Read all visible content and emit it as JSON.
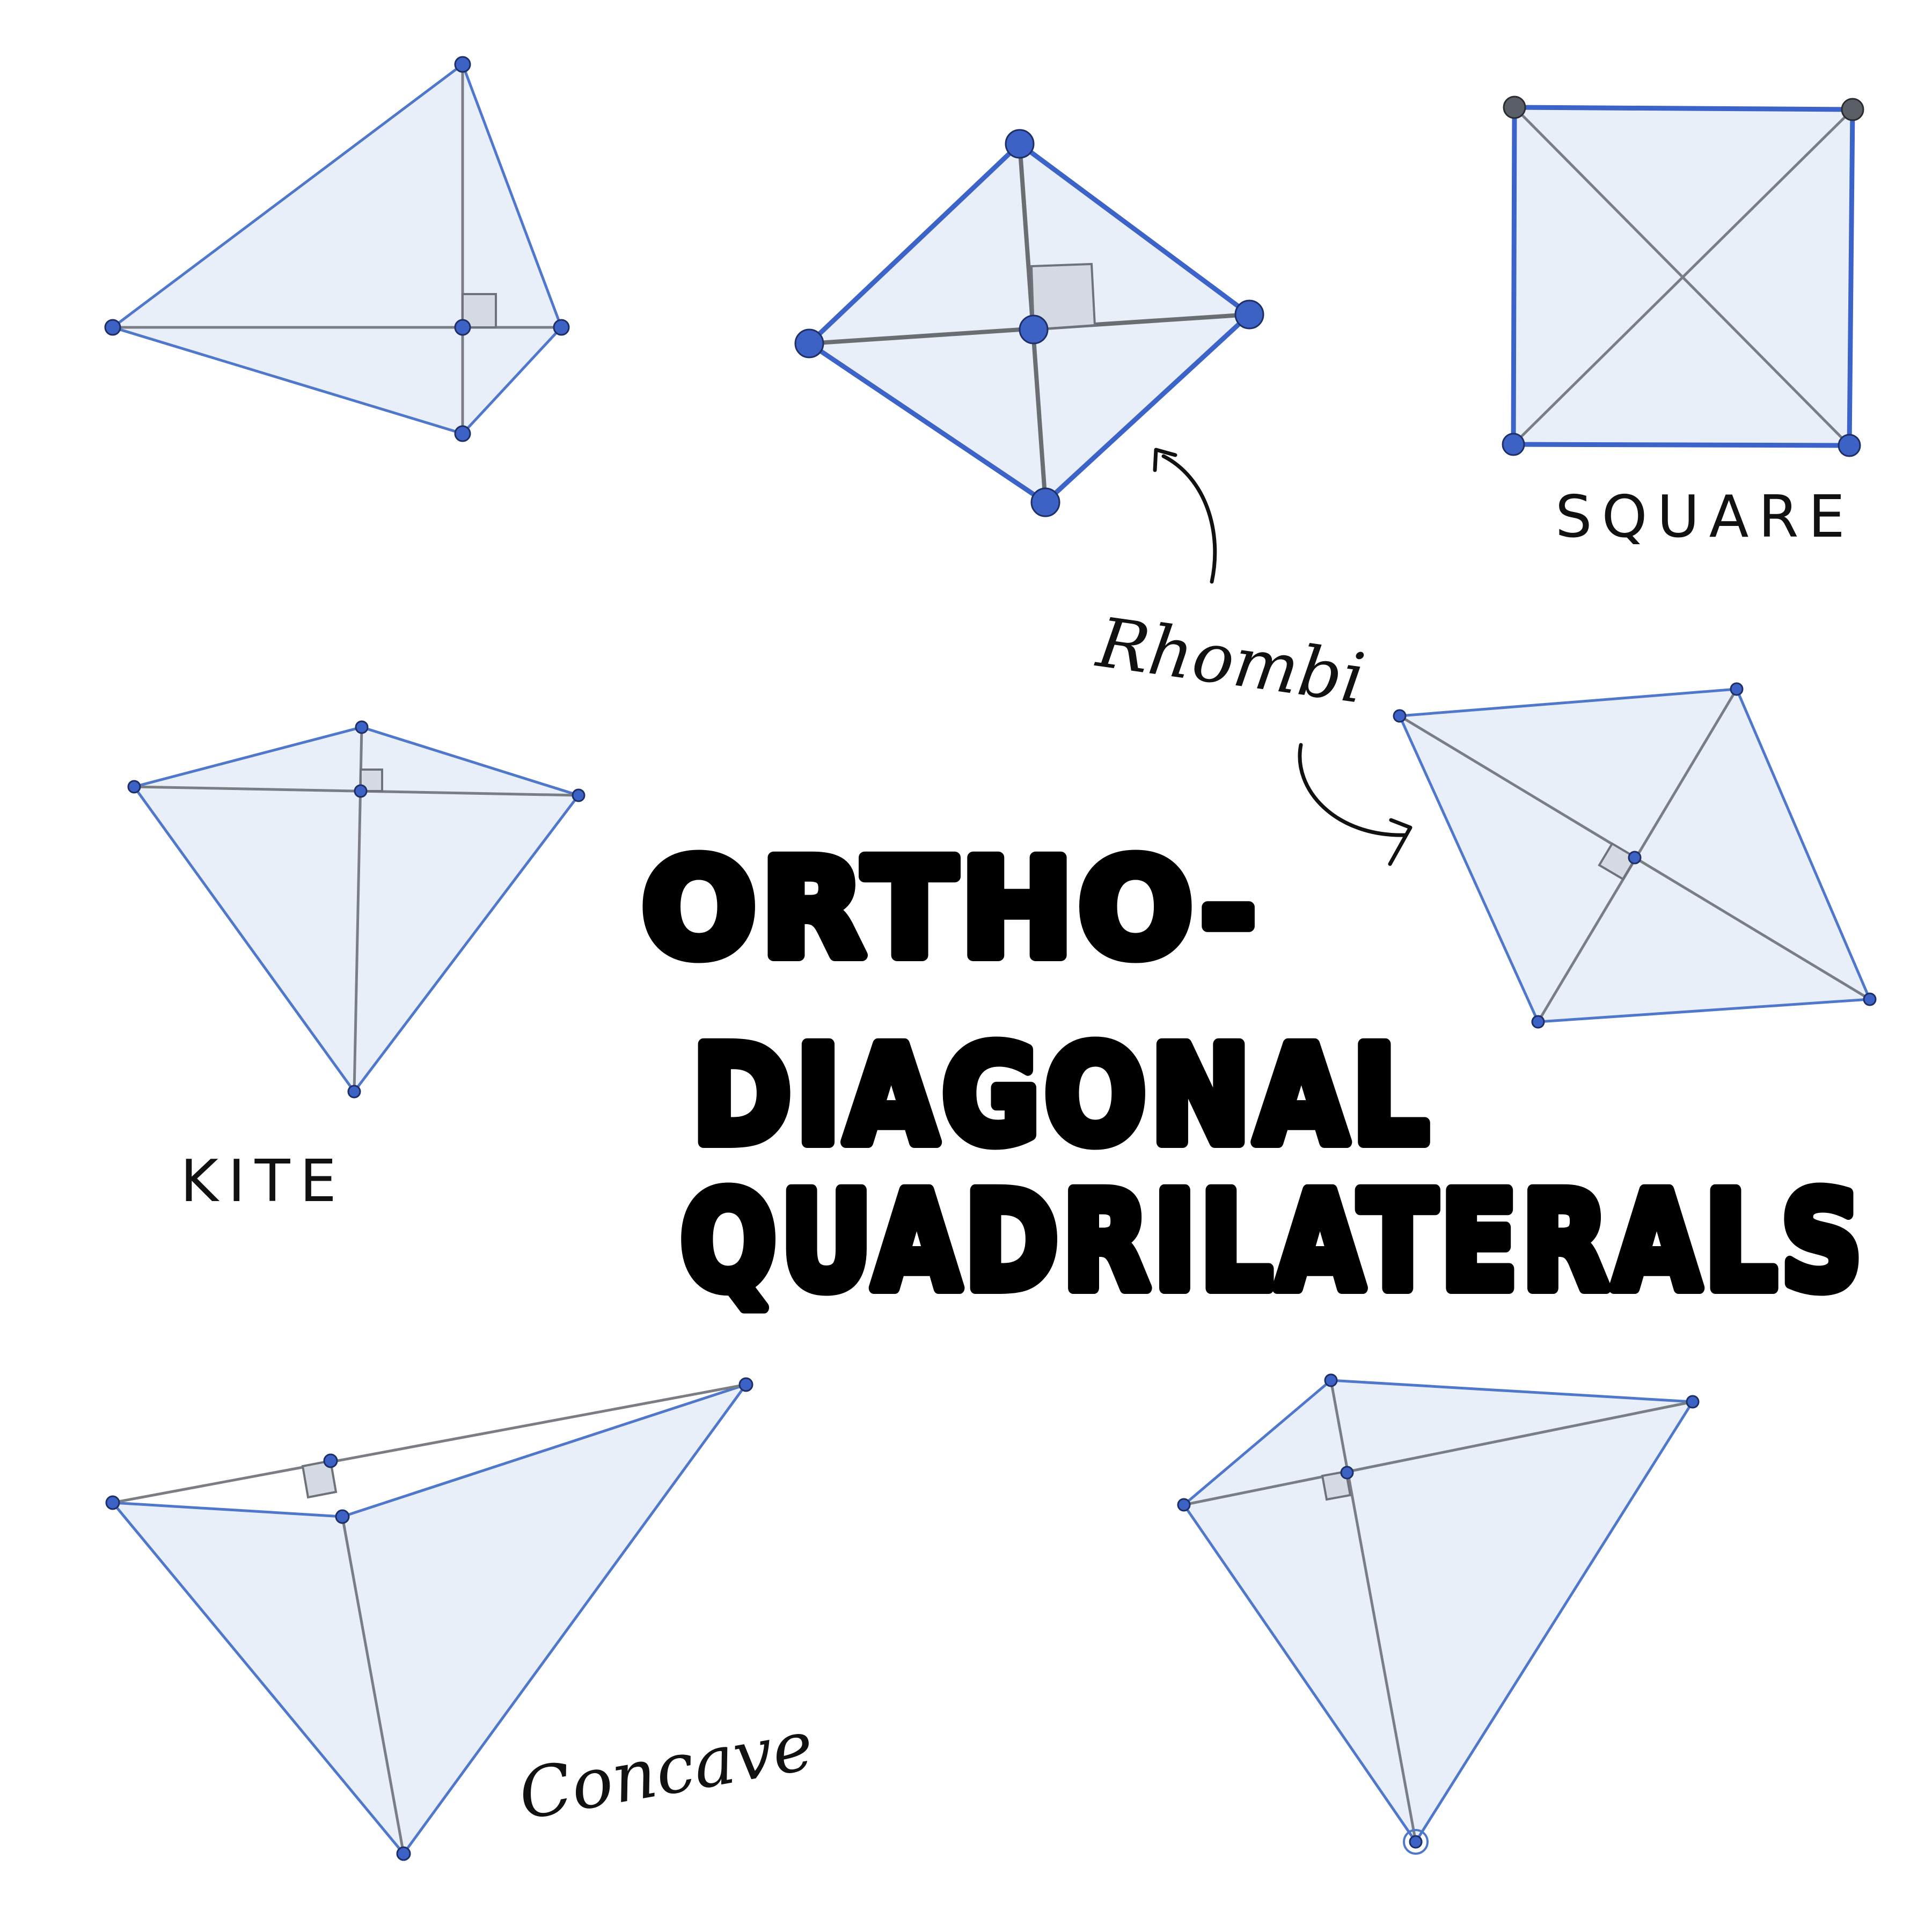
{
  "title": {
    "line1": "ORTHO-",
    "line2": "DIAGONAL",
    "line3": "QUADRILATERALS"
  },
  "labels": {
    "square": "SQUARE",
    "rhombi": "Rhombi",
    "kite": "KITE",
    "concave": "Concave"
  },
  "colors": {
    "fill": "#e9eff9",
    "side": "#4f78cc",
    "diagonal": "#7a7d83",
    "point": "#3b62c4",
    "text": "#000000"
  }
}
